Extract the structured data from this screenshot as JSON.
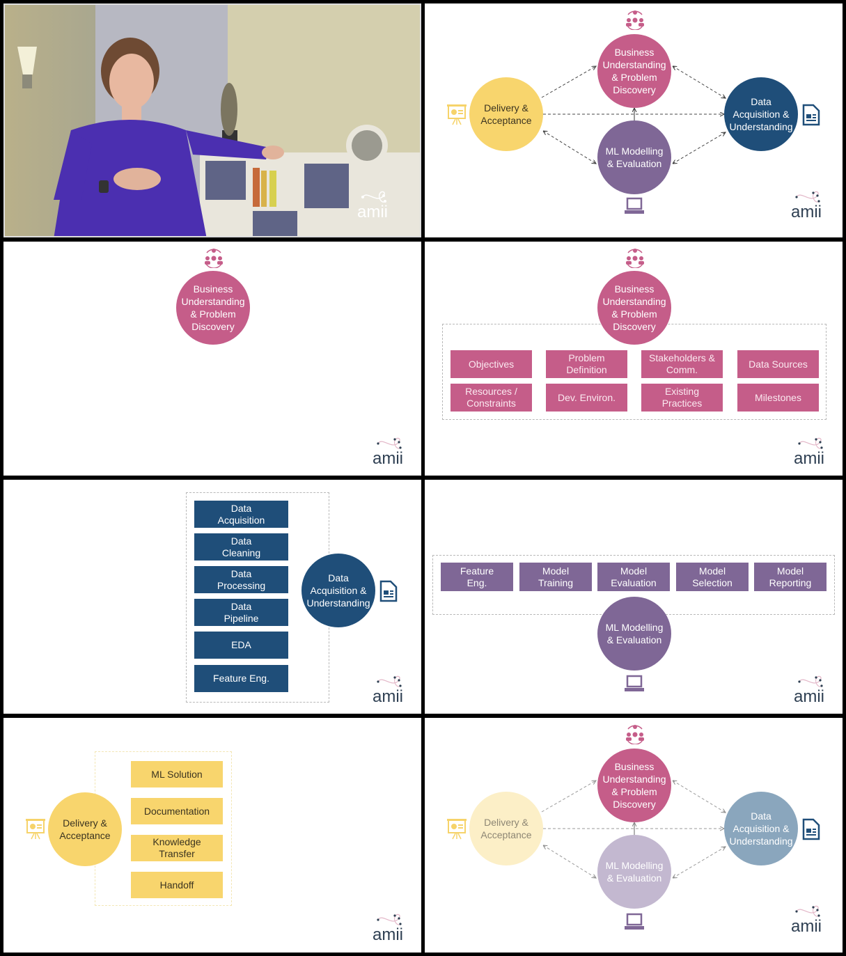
{
  "brand": {
    "logo_text": "amii"
  },
  "colors": {
    "business": "#c55d89",
    "data": "#1f4e79",
    "ml": "#7f6796",
    "delivery": "#f8d56d",
    "frame": "#000000"
  },
  "stages": {
    "business": "Business\nUnderstanding\n& Problem\nDiscovery",
    "data": "Data\nAcquisition &\nUnderstanding",
    "ml": "ML Modelling\n& Evaluation",
    "delivery": "Delivery &\nAcceptance"
  },
  "icons": {
    "business": "team-ideas-icon",
    "data": "document-icon",
    "ml": "laptop-icon",
    "delivery": "presentation-board-icon"
  },
  "panels": [
    {
      "id": "video",
      "description": "Presenter video frame"
    },
    {
      "id": "overview",
      "description": "Full lifecycle diagram"
    },
    {
      "id": "business-only"
    },
    {
      "id": "business-detail",
      "items": [
        "Objectives",
        "Problem\nDefinition",
        "Stakeholders &\nComm.",
        "Data Sources",
        "Resources /\nConstraints",
        "Dev. Environ.",
        "Existing\nPractices",
        "Milestones"
      ]
    },
    {
      "id": "data-detail",
      "items": [
        "Data\nAcquisition",
        "Data\nCleaning",
        "Data\nProcessing",
        "Data\nPipeline",
        "EDA",
        "Feature Eng."
      ]
    },
    {
      "id": "ml-detail",
      "items": [
        "Feature\nEng.",
        "Model\nTraining",
        "Model\nEvaluation",
        "Model\nSelection",
        "Model\nReporting"
      ]
    },
    {
      "id": "delivery-detail",
      "items": [
        "ML Solution",
        "Documentation",
        "Knowledge\nTransfer",
        "Handoff"
      ]
    },
    {
      "id": "overview-business-highlight"
    }
  ]
}
